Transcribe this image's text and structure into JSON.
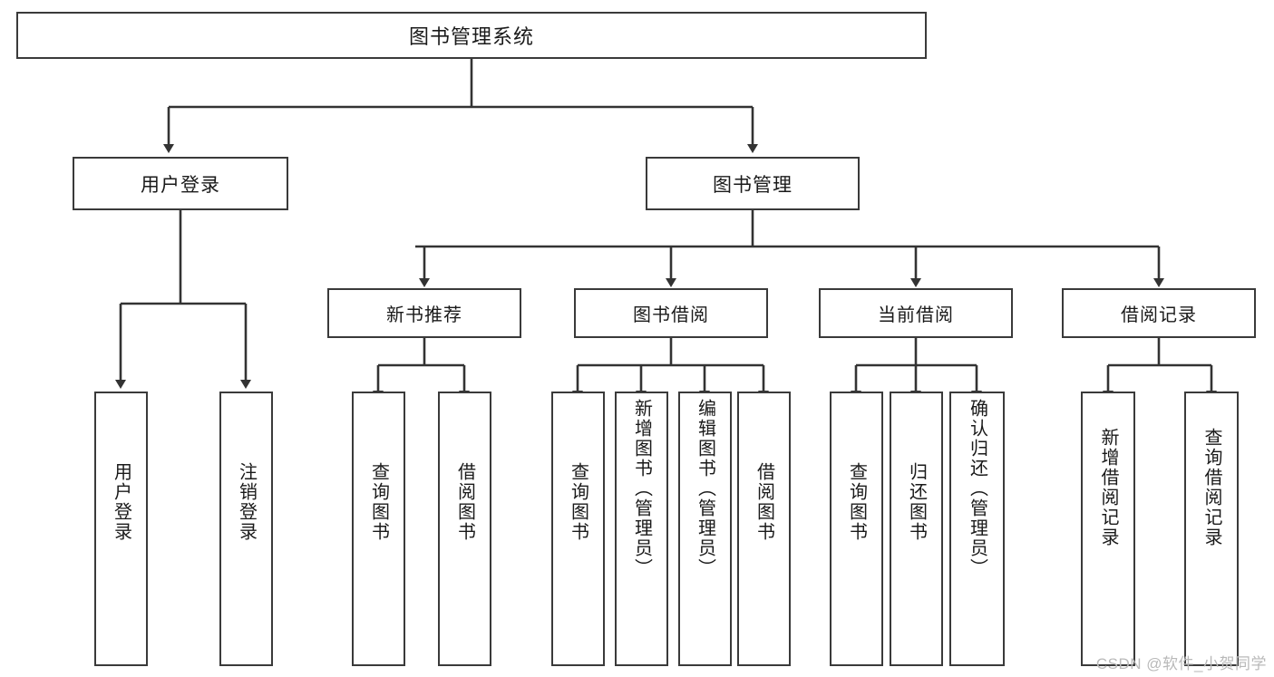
{
  "diagram": {
    "title": "图书管理系统",
    "type": "tree-hierarchy-diagram",
    "watermark": "CSDN @软件_小贺同学",
    "colors": {
      "box_border": "#3a3a3a",
      "edge": "#333333",
      "background": "#ffffff",
      "text": "#1a1a1a",
      "watermark": "#b9b9b9"
    }
  },
  "nodes": {
    "root": {
      "label": "图书管理系统"
    },
    "level1": [
      {
        "id": "user-login",
        "label": "用户登录"
      },
      {
        "id": "book-manage",
        "label": "图书管理"
      }
    ],
    "level2": [
      {
        "id": "new-book-recommend",
        "label": "新书推荐"
      },
      {
        "id": "book-borrow",
        "label": "图书借阅"
      },
      {
        "id": "current-borrow",
        "label": "当前借阅"
      },
      {
        "id": "borrow-record",
        "label": "借阅记录"
      }
    ],
    "leaves": [
      {
        "id": "leaf-user-login",
        "label": "用户登录",
        "parent": "user-login"
      },
      {
        "id": "leaf-logout-login",
        "label": "注销登录",
        "parent": "user-login"
      },
      {
        "id": "leaf-query-book-1",
        "label": "查询图书",
        "parent": "new-book-recommend"
      },
      {
        "id": "leaf-borrow-book-1",
        "label": "借阅图书",
        "parent": "new-book-recommend"
      },
      {
        "id": "leaf-query-book-2",
        "label": "查询图书",
        "parent": "book-borrow"
      },
      {
        "id": "leaf-add-book",
        "label": "新增图书（管理员）",
        "parent": "book-borrow"
      },
      {
        "id": "leaf-edit-book",
        "label": "编辑图书（管理员）",
        "parent": "book-borrow"
      },
      {
        "id": "leaf-borrow-book-2",
        "label": "借阅图书",
        "parent": "book-borrow"
      },
      {
        "id": "leaf-query-book-3",
        "label": "查询图书",
        "parent": "current-borrow"
      },
      {
        "id": "leaf-return-book",
        "label": "归还图书",
        "parent": "current-borrow"
      },
      {
        "id": "leaf-confirm-return",
        "label": "确认归还（管理员）",
        "parent": "current-borrow"
      },
      {
        "id": "leaf-add-record",
        "label": "新增借阅记录",
        "parent": "borrow-record"
      },
      {
        "id": "leaf-query-record",
        "label": "查询借阅记录",
        "parent": "borrow-record"
      }
    ]
  }
}
